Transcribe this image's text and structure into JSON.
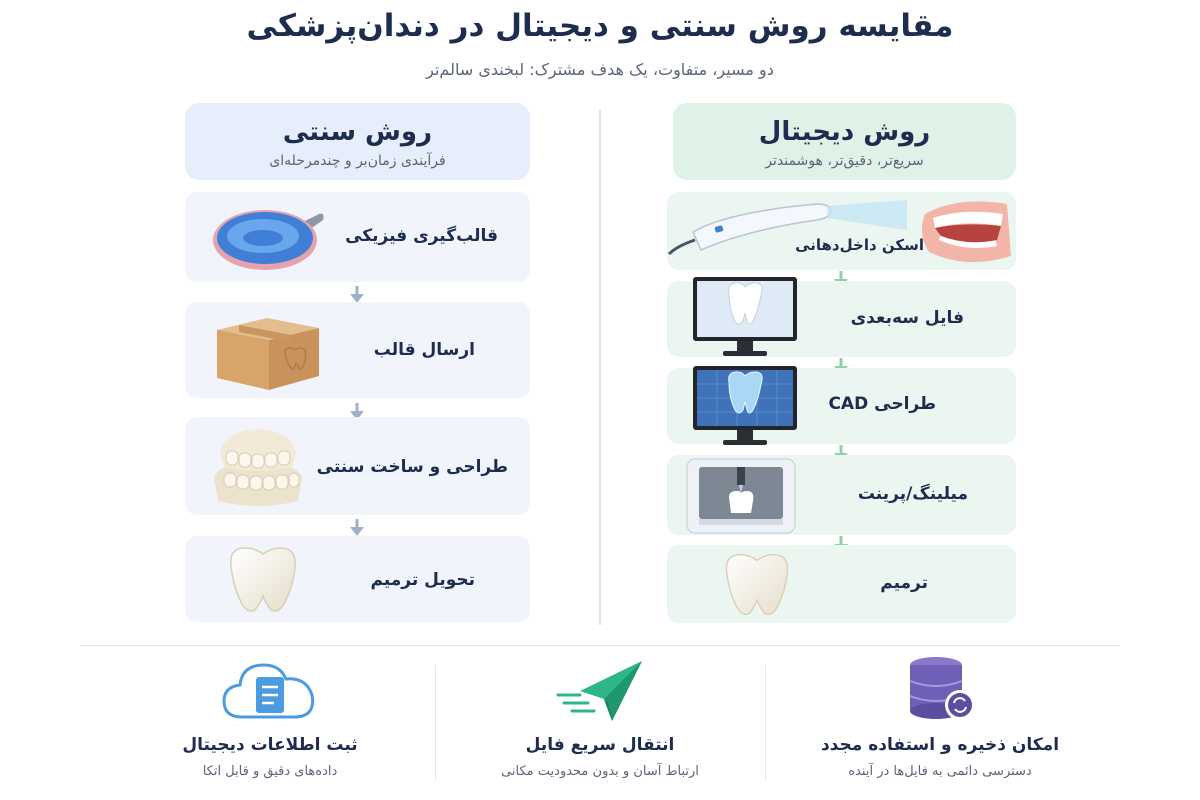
{
  "title": "مقایسه روش سنتی و دیجیتال در دندان‌پزشکی",
  "subtitle": "دو مسیر، متفاوت، یک هدف مشترک: لبخندی سالم‌تر",
  "traditional": {
    "heading": "روش سنتی",
    "subheading": "فرآیندی زمان‌بر و چندمرحله‌ای",
    "steps": [
      {
        "label": "قالب‌گیری فیزیکی",
        "icon": "impression-tray-icon"
      },
      {
        "label": "ارسال قالب",
        "icon": "shipping-box-icon"
      },
      {
        "label": "طراحی و ساخت سنتی",
        "icon": "plaster-model-icon"
      },
      {
        "label": "تحویل ترمیم",
        "icon": "tooth-crown-icon"
      }
    ],
    "color": "#e5eefa"
  },
  "digital": {
    "heading": "روش دیجیتال",
    "subheading": "سریع‌تر، دقیق‌تر، هوشمندتر",
    "steps": [
      {
        "label": "اسکن داخل‌دهانی",
        "icon": "intraoral-scanner-icon"
      },
      {
        "label": "فایل سه‌بعدی",
        "icon": "monitor-tooth-icon"
      },
      {
        "label": "طراحی CAD",
        "icon": "cad-monitor-icon"
      },
      {
        "label": "میلینگ/پرینت",
        "icon": "milling-machine-icon"
      },
      {
        "label": "ترمیم",
        "icon": "tooth-crown-icon"
      }
    ],
    "color": "#dff2e8"
  },
  "features": [
    {
      "title": "امکان ذخیره و استفاده مجدد",
      "subtitle": "دسترسی دائمی به فایل‌ها در آینده",
      "icon": "database-sync-icon"
    },
    {
      "title": "انتقال سریع فایل",
      "subtitle": "ارتباط آسان و بدون محدودیت مکانی",
      "icon": "paper-plane-icon"
    },
    {
      "title": "ثبت اطلاعات دیجیتال",
      "subtitle": "داده‌های دقیق و قابل اتکا",
      "icon": "cloud-document-icon"
    }
  ]
}
